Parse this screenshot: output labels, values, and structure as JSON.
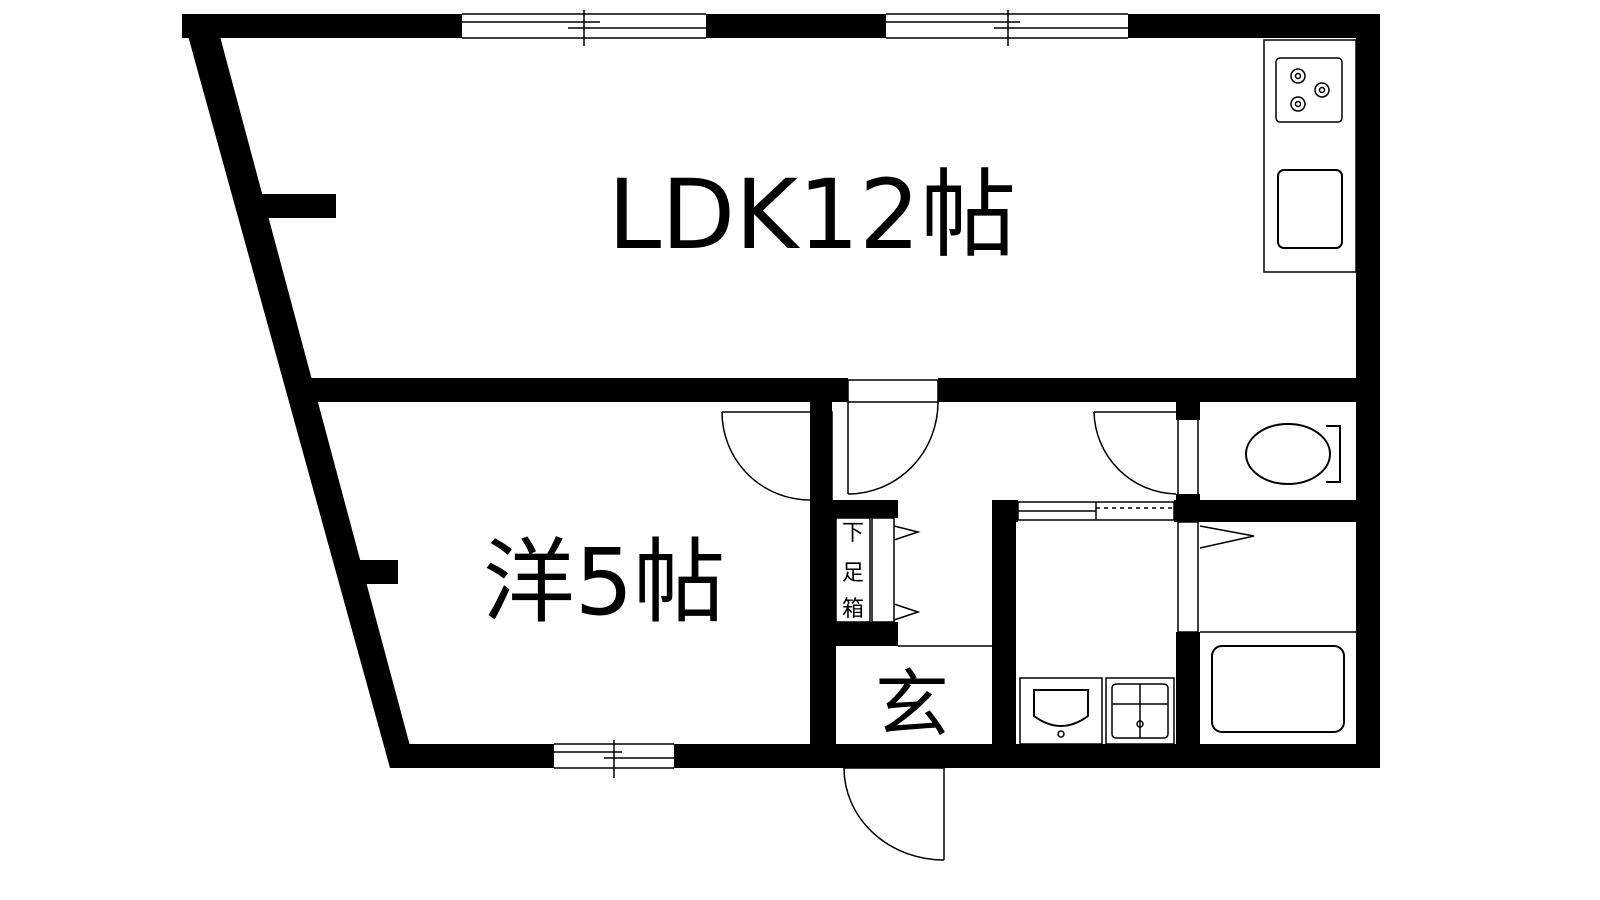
{
  "rooms": {
    "ldk": "LDK12帖",
    "western": "洋5帖",
    "entrance": "玄"
  },
  "shoe_box": {
    "line1": "下",
    "line2": "足",
    "line3": "箱"
  },
  "colors": {
    "wall": "#000000",
    "background": "#ffffff"
  },
  "fixtures": [
    "gas-stove-icon",
    "kitchen-sink-icon",
    "toilet-icon",
    "washbasin-icon",
    "washing-machine-pan-icon",
    "bathtub-icon",
    "door-swing-icon",
    "window-icon"
  ]
}
